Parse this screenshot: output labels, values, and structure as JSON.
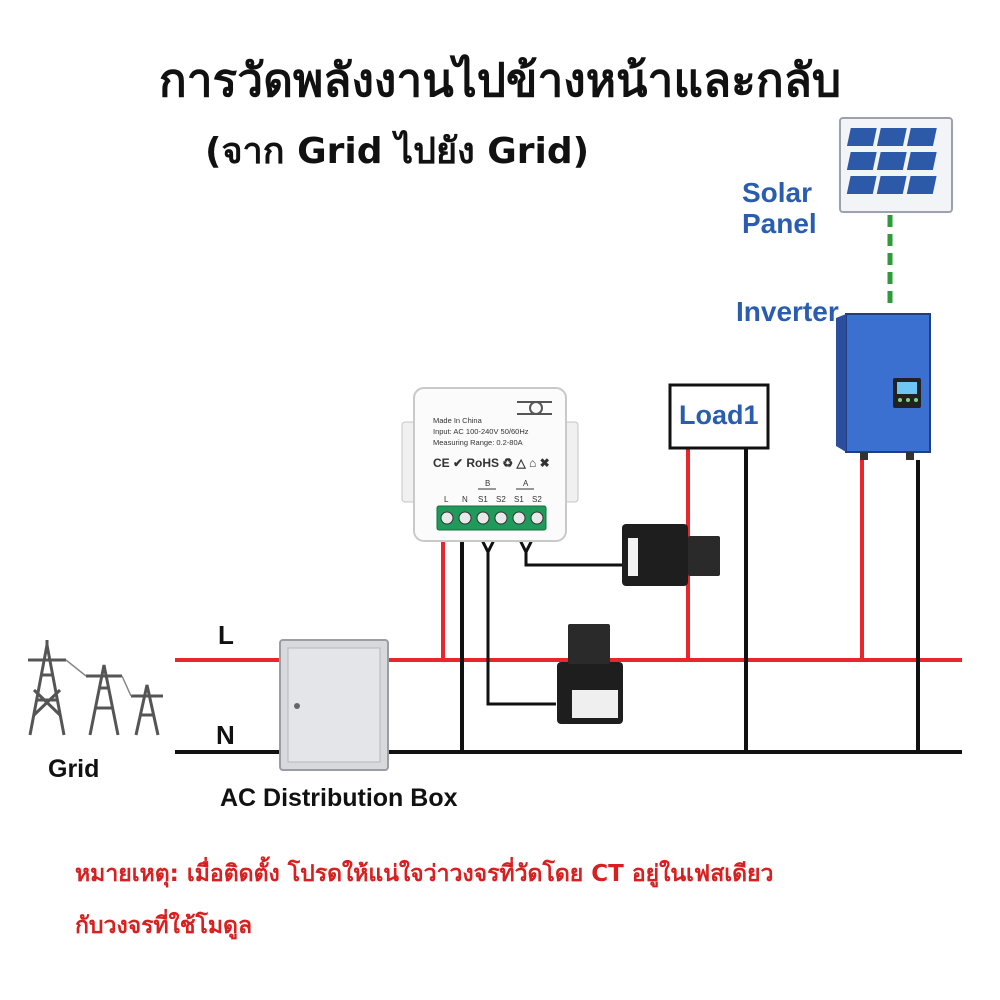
{
  "header": {
    "title": "การวัดพลังงานไปข้างหน้าและกลับ",
    "subtitle": "(จาก Grid ไปยัง Grid)"
  },
  "labels": {
    "line_l": "L",
    "line_n": "N",
    "grid": "Grid",
    "distribution_box": "AC Distribution Box",
    "solar_panel_line1": "Solar",
    "solar_panel_line2": "Panel",
    "inverter": "Inverter",
    "load": "Load1"
  },
  "module": {
    "made_in": "Made In China",
    "input": "Input: AC 100-240V 50/60Hz",
    "measuring_range": "Measuring Range: 0.2-80A",
    "cert_marks": "CE ✔ RoHS ♻ △ ⌂ ✖",
    "group_b": "B",
    "group_a": "A",
    "terminals": [
      "L",
      "N",
      "S1",
      "S2",
      "S1",
      "S2"
    ]
  },
  "note": {
    "line1": "หมายเหตุ: เมื่อติดตั้ง โปรดให้แน่ใจว่าวงจรที่วัดโดย CT อยู่ในเฟสเดียว",
    "line2": "กับวงจรที่ใช้โมดูล"
  },
  "colors": {
    "live_wire": "#e8262b",
    "neutral_wire": "#111111",
    "solar_link": "#2e9a3a",
    "label_blue": "#2a5db0",
    "note_red": "#d82020",
    "inverter_body": "#3b6fd0"
  }
}
